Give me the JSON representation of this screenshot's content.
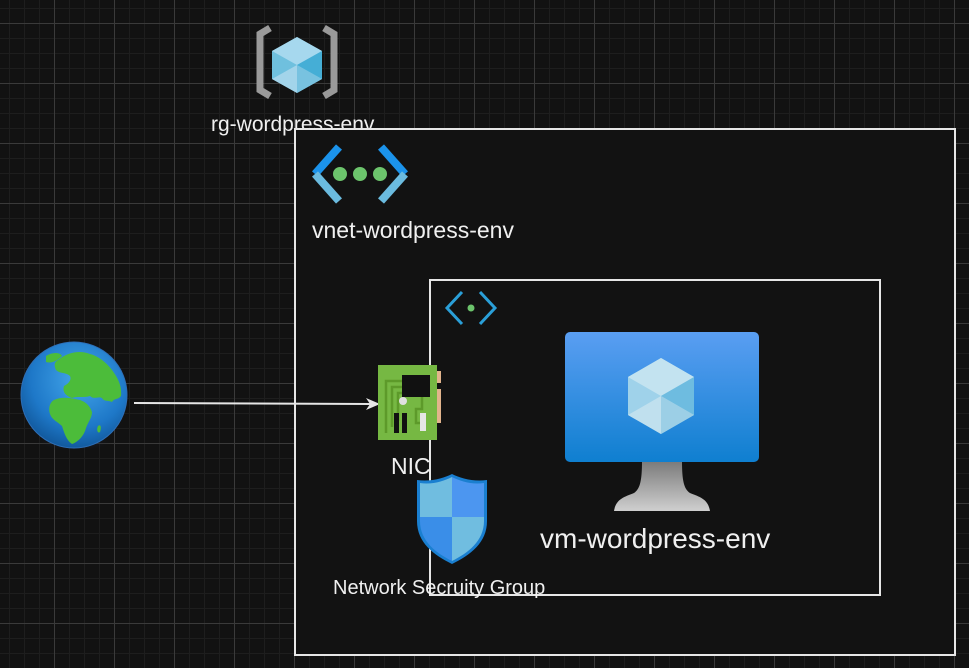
{
  "diagram": {
    "resource_group": {
      "label": "rg-wordpress-env",
      "icon": "resource-group-icon"
    },
    "vnet": {
      "label": "vnet-wordpress-env",
      "icon": "virtual-network-icon"
    },
    "subnet": {
      "icon": "subnet-icon"
    },
    "internet": {
      "icon": "globe-icon"
    },
    "nic": {
      "label": "NIC",
      "icon": "network-interface-icon"
    },
    "nsg": {
      "label": "Network Secruity Group",
      "icon": "shield-icon"
    },
    "vm": {
      "label": "vm-wordpress-env",
      "icon": "virtual-machine-icon"
    },
    "edges": [
      {
        "from": "internet",
        "to": "nic",
        "style": "arrow"
      }
    ],
    "colors": {
      "background": "#121212",
      "line": "#e6e6e6",
      "azure_blue": "#1b93eb",
      "vnet_light": "#6bbbdf",
      "dot_green": "#6cc46c",
      "nic_green": "#76b843"
    }
  }
}
